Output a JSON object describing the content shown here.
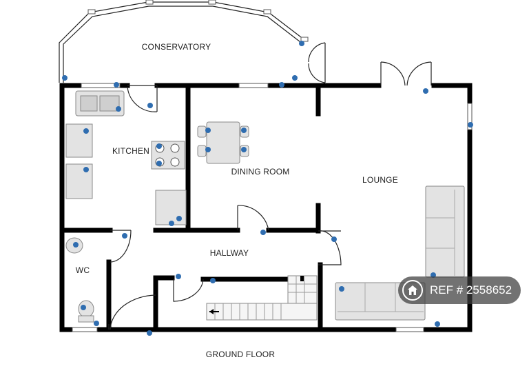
{
  "rooms": {
    "conservatory": "CONSERVATORY",
    "kitchen": "KITCHEN",
    "dining_room": "DINING ROOM",
    "lounge": "LOUNGE",
    "hallway": "HALLWAY",
    "wc": "WC"
  },
  "floor_label": "GROUND FLOOR",
  "watermark": {
    "text": "REF # 2558652",
    "icon": "house-icon"
  },
  "colors": {
    "walls": "#000000",
    "info_marker": "#2f6db0",
    "fixture_fill": "#e3e3e3"
  }
}
